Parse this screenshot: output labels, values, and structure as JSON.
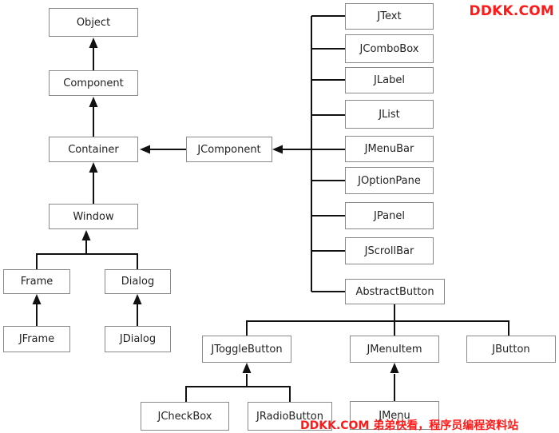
{
  "diagram": {
    "nodes": {
      "object": "Object",
      "component": "Component",
      "container": "Container",
      "window": "Window",
      "frame": "Frame",
      "dialog": "Dialog",
      "jframe": "JFrame",
      "jdialog": "JDialog",
      "jcomponent": "JComponent",
      "jtext": "JText",
      "jcombobox": "JComboBox",
      "jlabel": "JLabel",
      "jlist": "JList",
      "jmenubar": "JMenuBar",
      "joptionpane": "JOptionPane",
      "jpanel": "JPanel",
      "jscrollbar": "JScrollBar",
      "abstractbutton": "AbstractButton",
      "jtogglebutton": "JToggleButton",
      "jmenuitem": "JMenuItem",
      "jbutton": "JButton",
      "jcheckbox": "JCheckBox",
      "jradiobutton": "JRadioButton",
      "jmenu": "JMenu"
    },
    "edges": [
      {
        "from": "component",
        "to": "object"
      },
      {
        "from": "container",
        "to": "component"
      },
      {
        "from": "window",
        "to": "container"
      },
      {
        "from": "jcomponent",
        "to": "container"
      },
      {
        "from": "frame",
        "to": "window"
      },
      {
        "from": "dialog",
        "to": "window"
      },
      {
        "from": "jframe",
        "to": "frame"
      },
      {
        "from": "jdialog",
        "to": "dialog"
      },
      {
        "from": "jtext",
        "to": "jcomponent"
      },
      {
        "from": "jcombobox",
        "to": "jcomponent"
      },
      {
        "from": "jlabel",
        "to": "jcomponent"
      },
      {
        "from": "jlist",
        "to": "jcomponent"
      },
      {
        "from": "jmenubar",
        "to": "jcomponent"
      },
      {
        "from": "joptionpane",
        "to": "jcomponent"
      },
      {
        "from": "jpanel",
        "to": "jcomponent"
      },
      {
        "from": "jscrollbar",
        "to": "jcomponent"
      },
      {
        "from": "abstractbutton",
        "to": "jcomponent"
      },
      {
        "from": "jtogglebutton",
        "to": "abstractbutton"
      },
      {
        "from": "jmenuitem",
        "to": "abstractbutton"
      },
      {
        "from": "jbutton",
        "to": "abstractbutton"
      },
      {
        "from": "jcheckbox",
        "to": "jtogglebutton"
      },
      {
        "from": "jradiobutton",
        "to": "jtogglebutton"
      },
      {
        "from": "jmenu",
        "to": "jmenuitem"
      }
    ]
  },
  "watermark": {
    "top": "DDKK.COM",
    "bottom": "DDKK.COM 弟弟快看，程序员编程资料站",
    "color": "#ff1a1a"
  }
}
